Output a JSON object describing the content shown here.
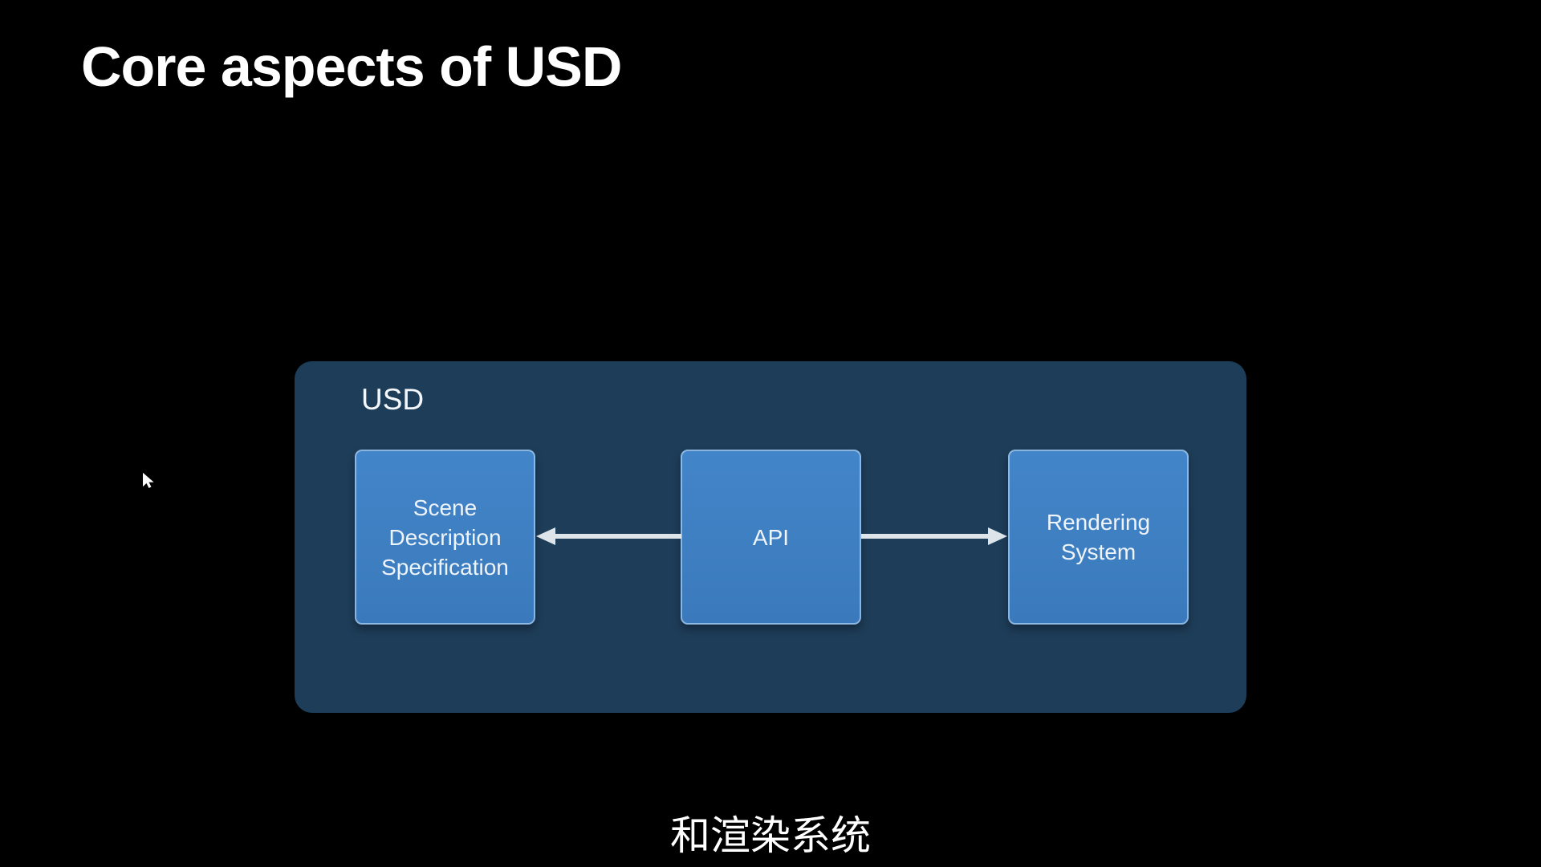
{
  "slide": {
    "title": "Core aspects of USD",
    "subtitle_caption": "和渲染系统"
  },
  "diagram": {
    "group_label": "USD",
    "nodes": [
      {
        "label": "Scene Description Specification"
      },
      {
        "label": "API"
      },
      {
        "label": "Rendering System"
      }
    ],
    "edges": [
      {
        "from": "API",
        "to": "Scene Description Specification",
        "direction": "left"
      },
      {
        "from": "API",
        "to": "Rendering System",
        "direction": "right"
      }
    ]
  },
  "colors": {
    "background": "#000000",
    "panel": "#1e3d58",
    "node_fill_top": "#4385c9",
    "node_fill_bottom": "#3a7abc",
    "node_border": "#cde4f8",
    "node_text": "#eef4fa",
    "arrow": "#dde4ea",
    "title_text": "#ffffff",
    "panel_label_text": "#f3f7fb",
    "subtitle_text": "#ffffff"
  }
}
